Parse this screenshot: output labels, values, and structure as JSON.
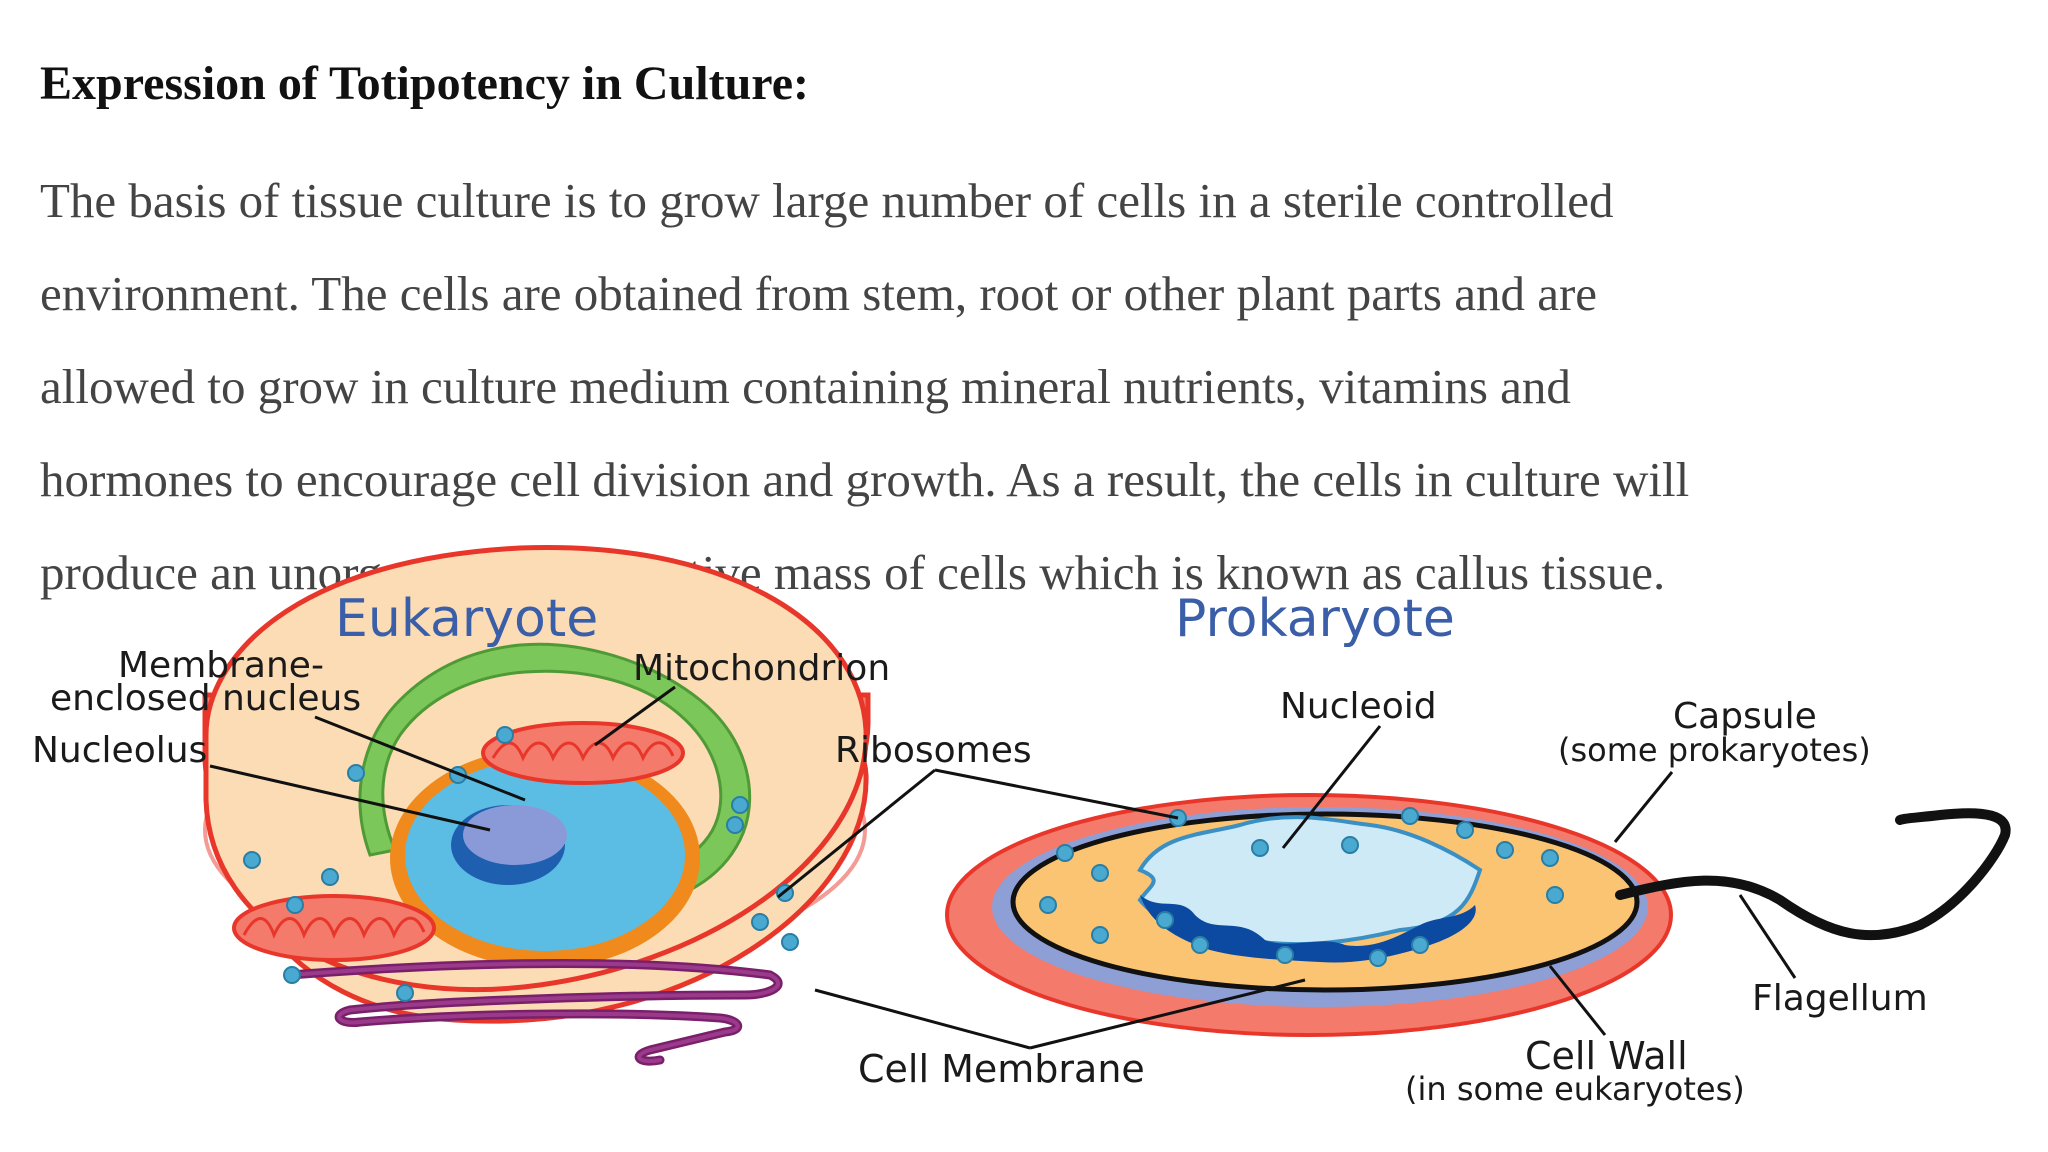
{
  "article": {
    "heading": "Expression of Totipotency in Culture:",
    "paragraph_lines": [
      "The basis of tissue culture is to grow large number of cells in a sterile controlled",
      "environment. The cells are obtained from stem, root or other plant parts and are",
      "allowed to grow in culture medium containing mineral nutrients, vitamins and",
      "hormones to encourage cell division and growth. As a result, the cells in culture will",
      "produce an unorganised proliferative mass of cells which is known as callus tissue."
    ]
  },
  "diagram": {
    "eukaryote_title": "Eukaryote",
    "prokaryote_title": "Prokaryote",
    "title_color": "#3a5ea8",
    "labels": {
      "membrane_line1": "Membrane-",
      "membrane_line2": "enclosed nucleus",
      "nucleolus": "Nucleolus",
      "mitochondrion": "Mitochondrion",
      "ribosomes": "Ribosomes",
      "cell_membrane": "Cell Membrane",
      "nucleoid": "Nucleoid",
      "capsule": "Capsule",
      "capsule_note": "(some prokaryotes)",
      "flagellum": "Flagellum",
      "cell_wall": "Cell Wall",
      "cell_wall_note": "(in some eukaryotes)"
    }
  }
}
